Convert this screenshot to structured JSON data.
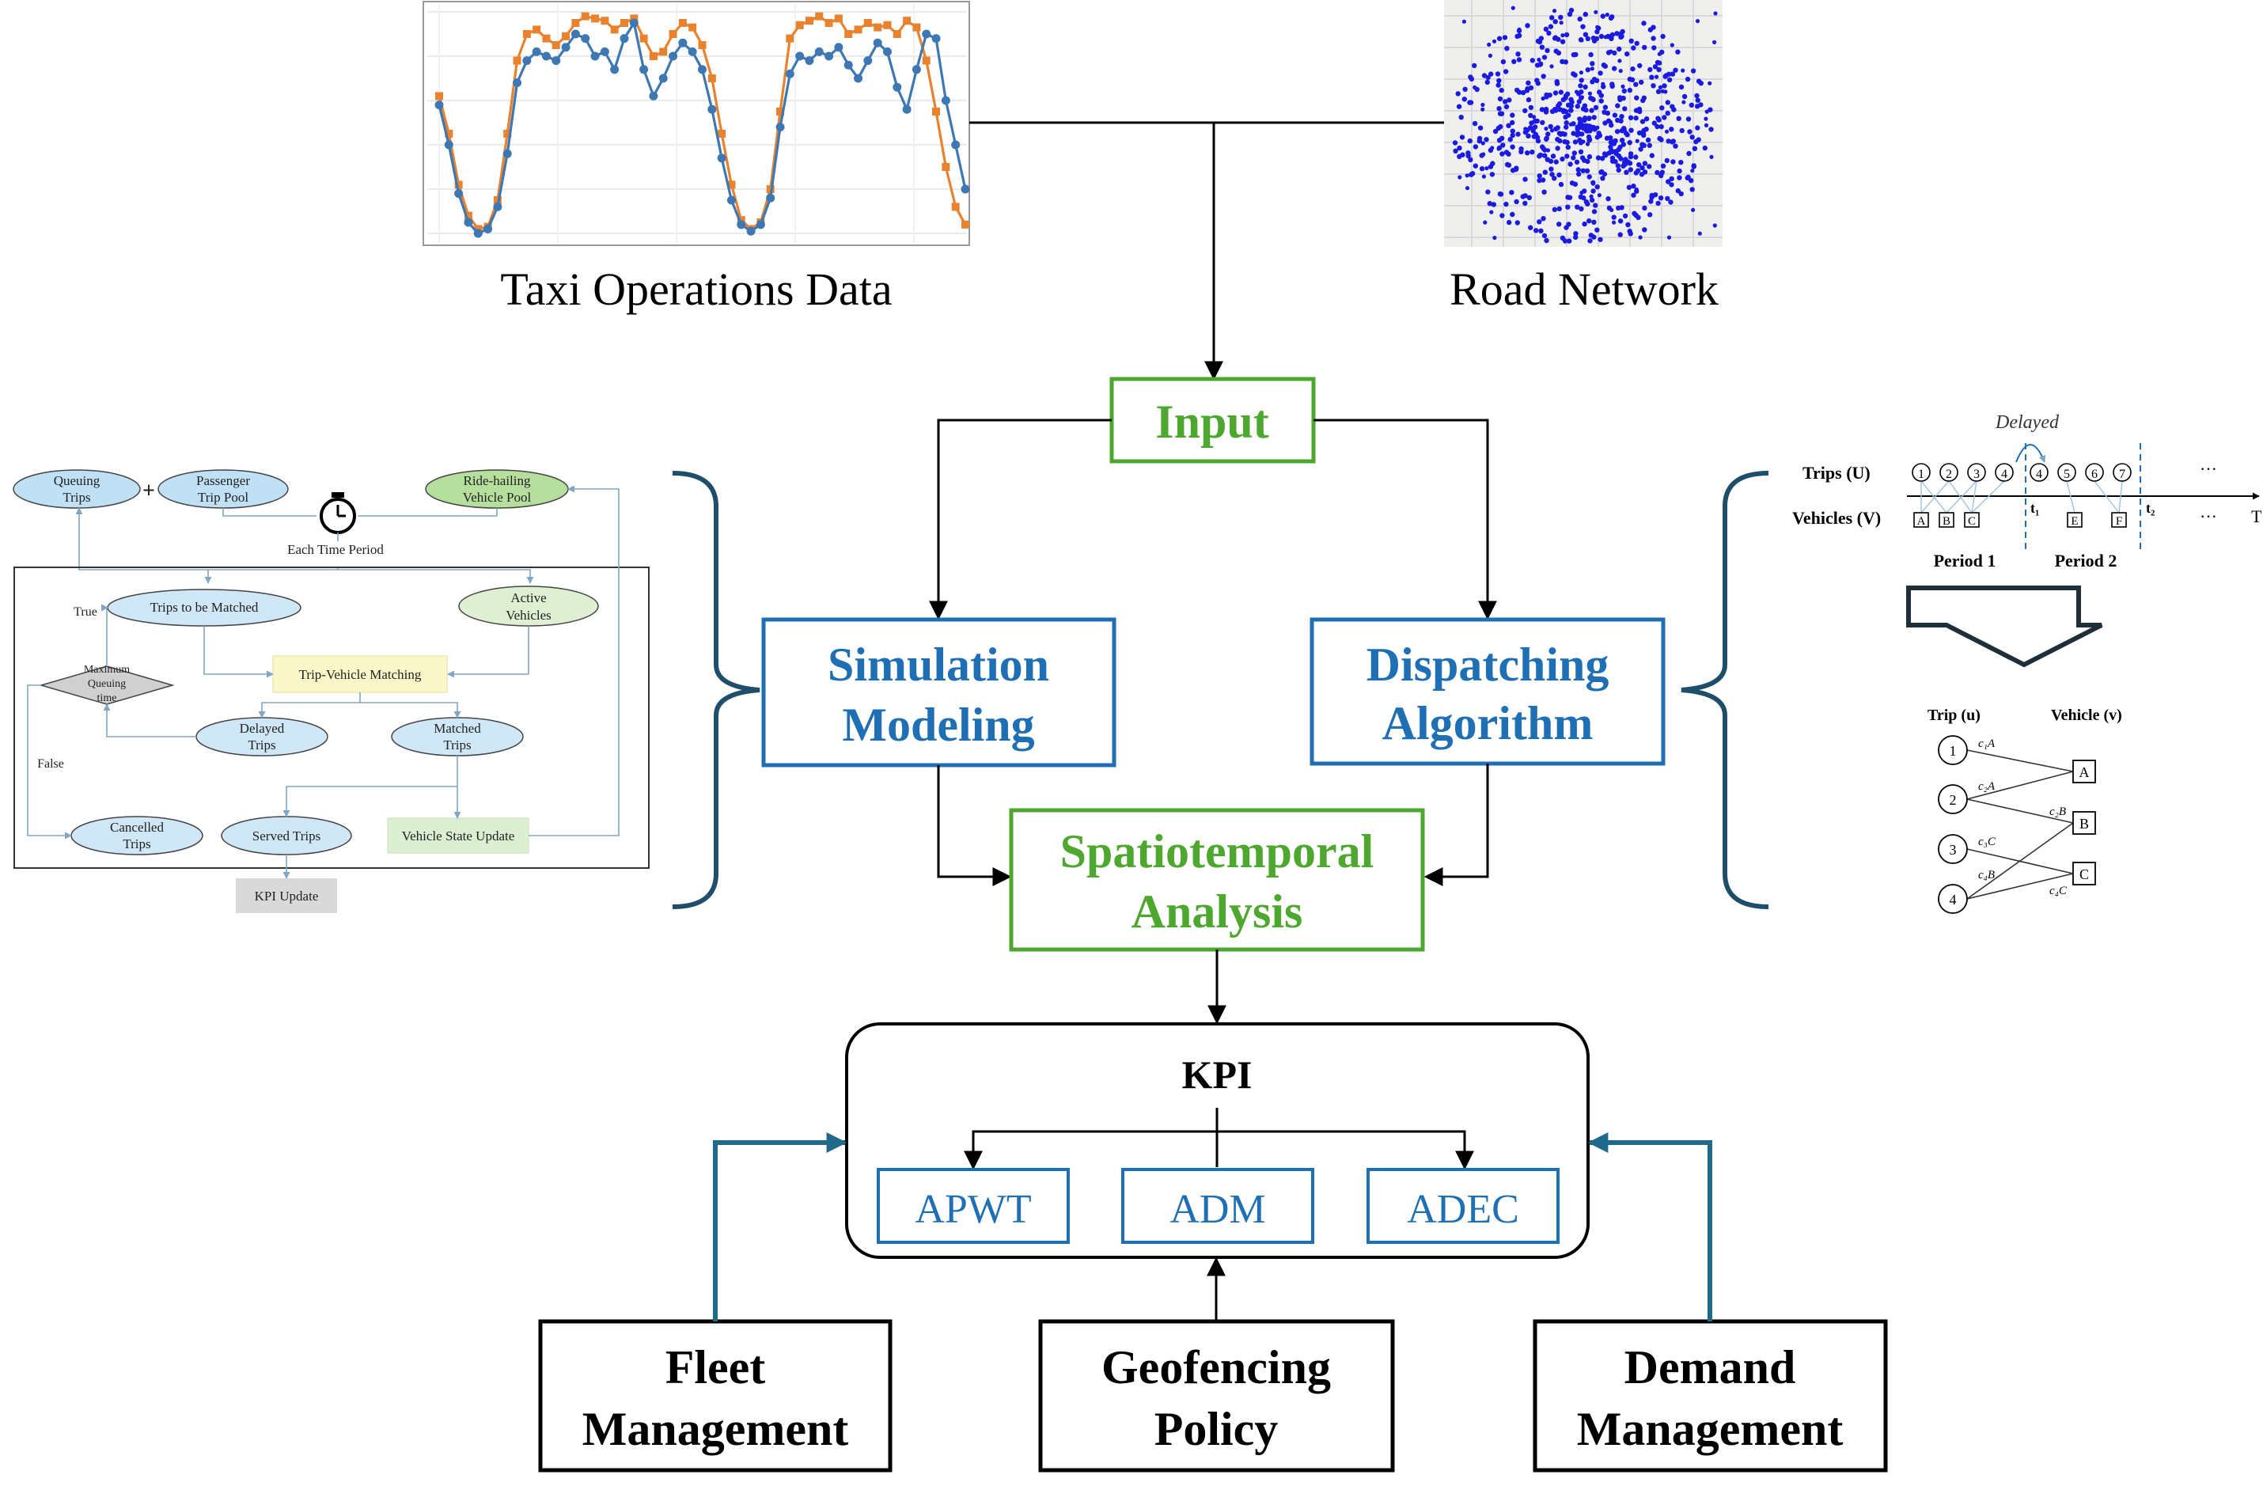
{
  "inputs": {
    "taxi_label": "Taxi Operations Data",
    "road_label": "Road Network"
  },
  "chart_data": {
    "type": "line",
    "title": "",
    "xlabel": "",
    "ylabel": "",
    "series": [
      {
        "color": "#e8822e",
        "values": [
          0.62,
          0.45,
          0.22,
          0.08,
          0.02,
          0.03,
          0.15,
          0.45,
          0.78,
          0.9,
          0.92,
          0.88,
          0.85,
          0.89,
          0.95,
          0.98,
          0.97,
          0.96,
          0.92,
          0.95,
          0.97,
          0.88,
          0.8,
          0.82,
          0.9,
          0.95,
          0.93,
          0.85,
          0.7,
          0.45,
          0.22,
          0.06,
          0.02,
          0.05,
          0.2,
          0.55,
          0.88,
          0.94,
          0.96,
          0.98,
          0.95,
          0.97,
          0.9,
          0.92,
          0.95,
          0.93,
          0.94,
          0.9,
          0.96,
          0.93,
          0.78,
          0.55,
          0.3,
          0.12,
          0.04
        ]
      },
      {
        "color": "#3d78b3",
        "values": [
          0.58,
          0.4,
          0.18,
          0.05,
          0.0,
          0.02,
          0.12,
          0.36,
          0.68,
          0.78,
          0.82,
          0.8,
          0.78,
          0.84,
          0.9,
          0.88,
          0.8,
          0.82,
          0.74,
          0.88,
          0.95,
          0.74,
          0.62,
          0.7,
          0.8,
          0.86,
          0.82,
          0.74,
          0.56,
          0.34,
          0.15,
          0.04,
          0.01,
          0.04,
          0.16,
          0.48,
          0.72,
          0.8,
          0.78,
          0.82,
          0.8,
          0.84,
          0.76,
          0.7,
          0.78,
          0.86,
          0.82,
          0.66,
          0.56,
          0.74,
          0.9,
          0.88,
          0.6,
          0.4,
          0.2
        ]
      }
    ]
  },
  "flow": {
    "input": "Input",
    "simulation_1": "Simulation",
    "simulation_2": "Modeling",
    "dispatching_1": "Dispatching",
    "dispatching_2": "Algorithm",
    "spatio_1": "Spatiotemporal",
    "spatio_2": "Analysis",
    "kpi": "KPI",
    "apwt": "APWT",
    "adm": "ADM",
    "adec": "ADEC",
    "fleet_1": "Fleet",
    "fleet_2": "Management",
    "geo_1": "Geofencing",
    "geo_2": "Policy",
    "demand_1": "Demand",
    "demand_2": "Management"
  },
  "sim_diagram": {
    "queuing_1": "Queuing",
    "queuing_2": "Trips",
    "plus": "+",
    "passenger_1": "Passenger",
    "passenger_2": "Trip Pool",
    "ridehail_1": "Ride-hailing",
    "ridehail_2": "Vehicle Pool",
    "each_period": "Each Time Period",
    "to_be_matched": "Trips to be Matched",
    "active_1": "Active",
    "active_2": "Vehicles",
    "true_label": "True",
    "false_label": "False",
    "max_1": "Maximum",
    "max_2": "Queuing",
    "max_3": "time",
    "matching": "Trip-Vehicle Matching",
    "delayed_1": "Delayed",
    "delayed_2": "Trips",
    "matched_1": "Matched",
    "matched_2": "Trips",
    "cancelled_1": "Cancelled",
    "cancelled_2": "Trips",
    "served": "Served Trips",
    "vehicle_update": "Vehicle State Update",
    "kpi_update": "KPI Update"
  },
  "dispatch_diagram": {
    "delayed": "Delayed",
    "trips_label": "Trips (U)",
    "vehicles_label": "Vehicles (V)",
    "trip_nodes": [
      "1",
      "2",
      "3",
      "4",
      "4",
      "5",
      "6",
      "7"
    ],
    "vehicle_nodes": [
      "A",
      "B",
      "C",
      "E",
      "F"
    ],
    "t1": "t₁",
    "t2": "t₂",
    "T": "T",
    "ellipsis": "···",
    "period1": "Period 1",
    "period2": "Period 2",
    "bip_trip_header": "Trip (u)",
    "bip_vehicle_header": "Vehicle (v)",
    "bip_trips": [
      "1",
      "2",
      "3",
      "4"
    ],
    "bip_vehicles": [
      "A",
      "B",
      "C"
    ],
    "edge_labels": [
      "c₁A",
      "c₂A",
      "c₂B",
      "c₃C",
      "c₄B",
      "c₄C"
    ]
  },
  "colors": {
    "green": "#4ea72e",
    "blue": "#1f6fb5",
    "brace": "#1f4e6b",
    "arrow_teal": "#1f6a8a",
    "orange": "#e8822e",
    "steel": "#3d78b3"
  }
}
